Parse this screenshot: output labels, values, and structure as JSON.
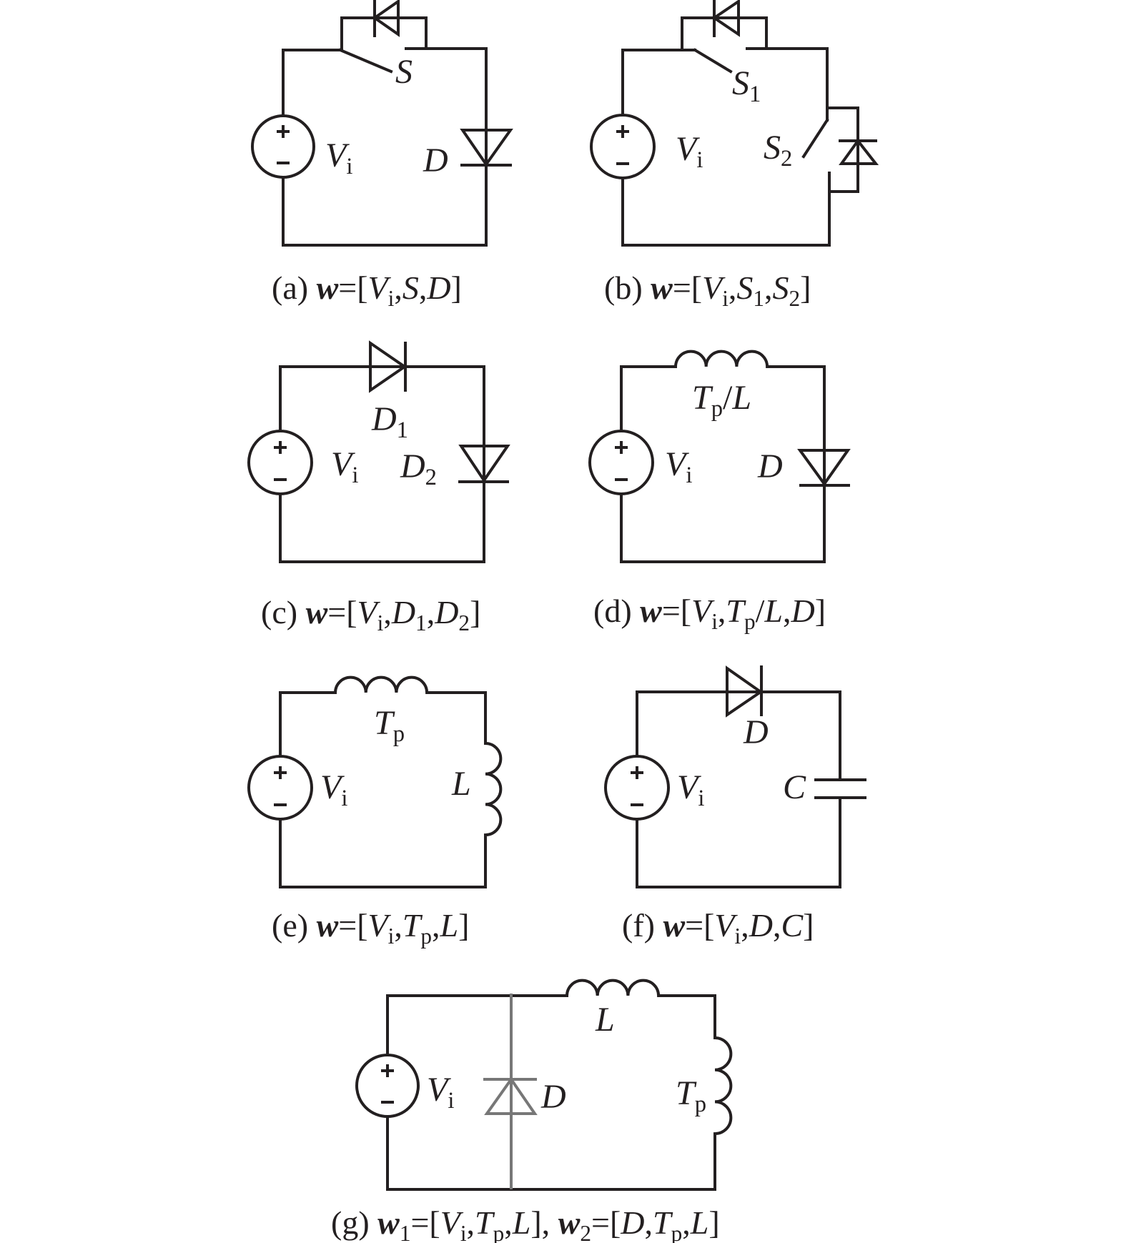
{
  "figure": {
    "circuits": {
      "a": {
        "labels": {
          "S": [
            {
              "t": "S",
              "s": "i"
            }
          ],
          "Vi": [
            {
              "t": "V",
              "s": "i"
            },
            {
              "t": "i",
              "s": "sub"
            }
          ],
          "D": [
            {
              "t": "D",
              "s": "i"
            }
          ]
        },
        "caption": [
          {
            "t": "(a) ",
            "s": "r"
          },
          {
            "t": "w",
            "s": "bi"
          },
          {
            "t": "=[",
            "s": "r"
          },
          {
            "t": "V",
            "s": "i"
          },
          {
            "t": "i",
            "s": "sub"
          },
          {
            "t": ",",
            "s": "r"
          },
          {
            "t": "S",
            "s": "i"
          },
          {
            "t": ",",
            "s": "r"
          },
          {
            "t": "D",
            "s": "i"
          },
          {
            "t": "]",
            "s": "r"
          }
        ]
      },
      "b": {
        "labels": {
          "S1": [
            {
              "t": "S",
              "s": "i"
            },
            {
              "t": "1",
              "s": "sub"
            }
          ],
          "Vi": [
            {
              "t": "V",
              "s": "i"
            },
            {
              "t": "i",
              "s": "sub"
            }
          ],
          "S2": [
            {
              "t": "S",
              "s": "i"
            },
            {
              "t": "2",
              "s": "sub"
            }
          ]
        },
        "caption": [
          {
            "t": "(b) ",
            "s": "r"
          },
          {
            "t": "w",
            "s": "bi"
          },
          {
            "t": "=[",
            "s": "r"
          },
          {
            "t": "V",
            "s": "i"
          },
          {
            "t": "i",
            "s": "sub"
          },
          {
            "t": ",",
            "s": "r"
          },
          {
            "t": "S",
            "s": "i"
          },
          {
            "t": "1",
            "s": "sub"
          },
          {
            "t": ",",
            "s": "r"
          },
          {
            "t": "S",
            "s": "i"
          },
          {
            "t": "2",
            "s": "sub"
          },
          {
            "t": "]",
            "s": "r"
          }
        ]
      },
      "c": {
        "labels": {
          "D1": [
            {
              "t": "D",
              "s": "i"
            },
            {
              "t": "1",
              "s": "sub"
            }
          ],
          "Vi": [
            {
              "t": "V",
              "s": "i"
            },
            {
              "t": "i",
              "s": "sub"
            }
          ],
          "D2": [
            {
              "t": "D",
              "s": "i"
            },
            {
              "t": "2",
              "s": "sub"
            }
          ]
        },
        "caption": [
          {
            "t": "(c) ",
            "s": "r"
          },
          {
            "t": "w",
            "s": "bi"
          },
          {
            "t": "=[",
            "s": "r"
          },
          {
            "t": "V",
            "s": "i"
          },
          {
            "t": "i",
            "s": "sub"
          },
          {
            "t": ",",
            "s": "r"
          },
          {
            "t": "D",
            "s": "i"
          },
          {
            "t": "1",
            "s": "sub"
          },
          {
            "t": ",",
            "s": "r"
          },
          {
            "t": "D",
            "s": "i"
          },
          {
            "t": "2",
            "s": "sub"
          },
          {
            "t": "]",
            "s": "r"
          }
        ]
      },
      "d": {
        "labels": {
          "TpL": [
            {
              "t": "T",
              "s": "i"
            },
            {
              "t": "p",
              "s": "sub"
            },
            {
              "t": "/",
              "s": "r"
            },
            {
              "t": "L",
              "s": "i"
            }
          ],
          "Vi": [
            {
              "t": "V",
              "s": "i"
            },
            {
              "t": "i",
              "s": "sub"
            }
          ],
          "D": [
            {
              "t": "D",
              "s": "i"
            }
          ]
        },
        "caption": [
          {
            "t": "(d) ",
            "s": "r"
          },
          {
            "t": "w",
            "s": "bi"
          },
          {
            "t": "=[",
            "s": "r"
          },
          {
            "t": "V",
            "s": "i"
          },
          {
            "t": "i",
            "s": "sub"
          },
          {
            "t": ",",
            "s": "r"
          },
          {
            "t": "T",
            "s": "i"
          },
          {
            "t": "p",
            "s": "sub"
          },
          {
            "t": "/",
            "s": "r"
          },
          {
            "t": "L",
            "s": "i"
          },
          {
            "t": ",",
            "s": "r"
          },
          {
            "t": "D",
            "s": "i"
          },
          {
            "t": "]",
            "s": "r"
          }
        ]
      },
      "e": {
        "labels": {
          "Tp": [
            {
              "t": "T",
              "s": "i"
            },
            {
              "t": "p",
              "s": "sub"
            }
          ],
          "Vi": [
            {
              "t": "V",
              "s": "i"
            },
            {
              "t": "i",
              "s": "sub"
            }
          ],
          "L": [
            {
              "t": "L",
              "s": "i"
            }
          ]
        },
        "caption": [
          {
            "t": "(e) ",
            "s": "r"
          },
          {
            "t": "w",
            "s": "bi"
          },
          {
            "t": "=[",
            "s": "r"
          },
          {
            "t": "V",
            "s": "i"
          },
          {
            "t": "i",
            "s": "sub"
          },
          {
            "t": ",",
            "s": "r"
          },
          {
            "t": "T",
            "s": "i"
          },
          {
            "t": "p",
            "s": "sub"
          },
          {
            "t": ",",
            "s": "r"
          },
          {
            "t": "L",
            "s": "i"
          },
          {
            "t": "]",
            "s": "r"
          }
        ]
      },
      "f": {
        "labels": {
          "D": [
            {
              "t": "D",
              "s": "i"
            }
          ],
          "Vi": [
            {
              "t": "V",
              "s": "i"
            },
            {
              "t": "i",
              "s": "sub"
            }
          ],
          "C": [
            {
              "t": "C",
              "s": "i"
            }
          ]
        },
        "caption": [
          {
            "t": "(f) ",
            "s": "r"
          },
          {
            "t": "w",
            "s": "bi"
          },
          {
            "t": "=[",
            "s": "r"
          },
          {
            "t": "V",
            "s": "i"
          },
          {
            "t": "i",
            "s": "sub"
          },
          {
            "t": ",",
            "s": "r"
          },
          {
            "t": "D",
            "s": "i"
          },
          {
            "t": ",",
            "s": "r"
          },
          {
            "t": "C",
            "s": "i"
          },
          {
            "t": "]",
            "s": "r"
          }
        ]
      },
      "g": {
        "labels": {
          "Vi": [
            {
              "t": "V",
              "s": "i"
            },
            {
              "t": "i",
              "s": "sub"
            }
          ],
          "D": [
            {
              "t": "D",
              "s": "i"
            }
          ],
          "L": [
            {
              "t": "L",
              "s": "i"
            }
          ],
          "Tp": [
            {
              "t": "T",
              "s": "i"
            },
            {
              "t": "p",
              "s": "sub"
            }
          ]
        },
        "caption": [
          {
            "t": "(g) ",
            "s": "r"
          },
          {
            "t": "w",
            "s": "bi"
          },
          {
            "t": "1",
            "s": "sub"
          },
          {
            "t": "=[",
            "s": "r"
          },
          {
            "t": "V",
            "s": "i"
          },
          {
            "t": "i",
            "s": "sub"
          },
          {
            "t": ",",
            "s": "r"
          },
          {
            "t": "T",
            "s": "i"
          },
          {
            "t": "p",
            "s": "sub"
          },
          {
            "t": ",",
            "s": "r"
          },
          {
            "t": "L",
            "s": "i"
          },
          {
            "t": "], ",
            "s": "r"
          },
          {
            "t": "w",
            "s": "bi"
          },
          {
            "t": "2",
            "s": "sub"
          },
          {
            "t": "=[",
            "s": "r"
          },
          {
            "t": "D",
            "s": "i"
          },
          {
            "t": ",",
            "s": "r"
          },
          {
            "t": "T",
            "s": "i"
          },
          {
            "t": "p",
            "s": "sub"
          },
          {
            "t": ",",
            "s": "r"
          },
          {
            "t": "L",
            "s": "i"
          },
          {
            "t": "]",
            "s": "r"
          }
        ]
      }
    },
    "colors": {
      "wire": "#231f20",
      "highlight_diode": "#777777"
    }
  }
}
